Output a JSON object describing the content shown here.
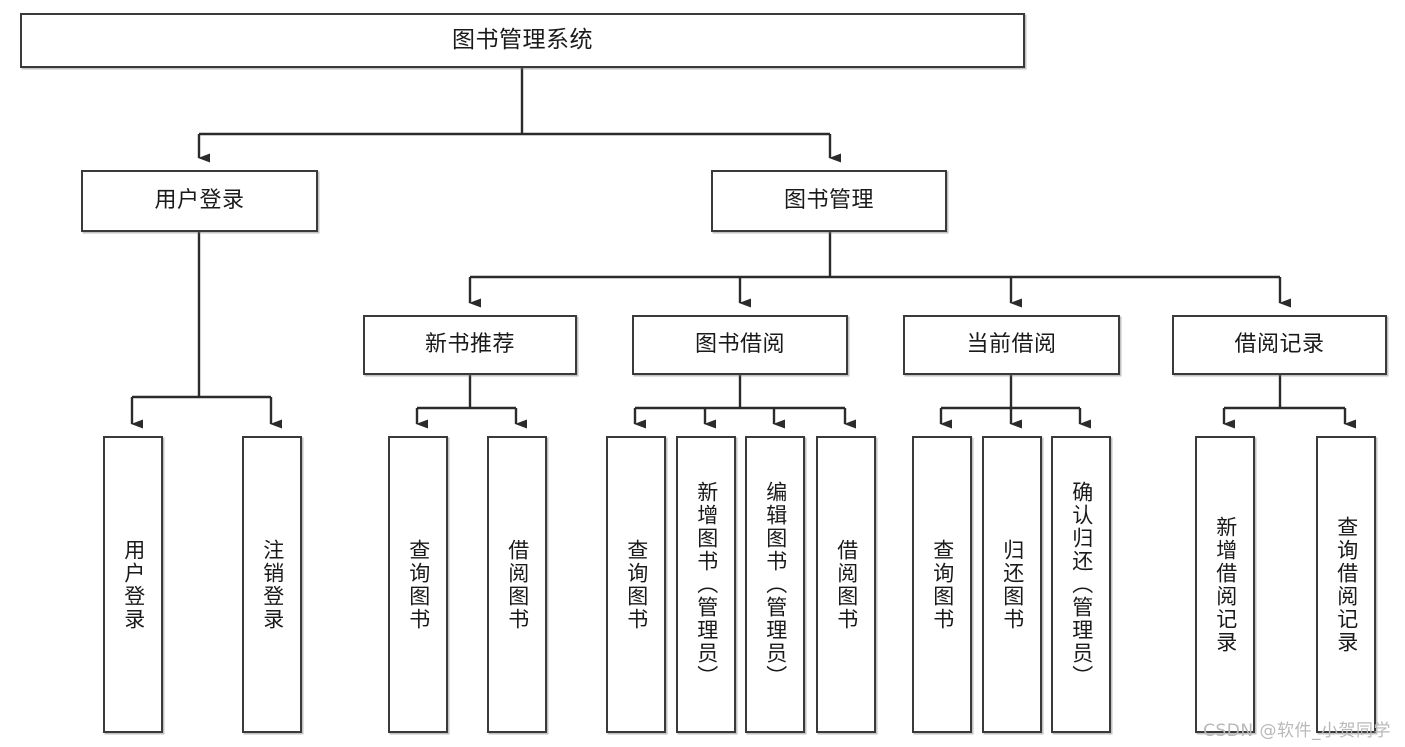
{
  "diagram": {
    "title": "图书管理系统",
    "watermark": "CSDN @软件_小贺同学",
    "colors": {
      "box_border": "#3a3a3a",
      "box_fill": "#ffffff",
      "connector": "#2b2b2b",
      "text": "#1a1a1a",
      "watermark": "#b9b9b9",
      "background": "#ffffff"
    },
    "type": "tree-hierarchy",
    "levels": 4,
    "nodes": {
      "root": {
        "label": "图书管理系统",
        "level": 1
      },
      "level2": [
        {
          "id": "user-login",
          "label": "用户登录",
          "level": 2
        },
        {
          "id": "book-manage",
          "label": "图书管理",
          "level": 2
        }
      ],
      "level3": [
        {
          "id": "new-book-recommend",
          "label": "新书推荐",
          "level": 3,
          "parent": "book-manage"
        },
        {
          "id": "book-borrow",
          "label": "图书借阅",
          "level": 3,
          "parent": "book-manage"
        },
        {
          "id": "current-borrow",
          "label": "当前借阅",
          "level": 3,
          "parent": "book-manage"
        },
        {
          "id": "borrow-record",
          "label": "借阅记录",
          "level": 3,
          "parent": "book-manage"
        }
      ],
      "leaves": [
        {
          "id": "leaf-user-login",
          "label": "用户登录",
          "parent": "user-login"
        },
        {
          "id": "leaf-logout-login",
          "label": "注销登录",
          "parent": "user-login"
        },
        {
          "id": "leaf-query-book-1",
          "label": "查询图书",
          "parent": "new-book-recommend"
        },
        {
          "id": "leaf-borrow-book-1",
          "label": "借阅图书",
          "parent": "new-book-recommend"
        },
        {
          "id": "leaf-query-book-2",
          "label": "查询图书",
          "parent": "book-borrow"
        },
        {
          "id": "leaf-add-book",
          "label": "新增图书（管理员）",
          "parent": "book-borrow"
        },
        {
          "id": "leaf-edit-book",
          "label": "编辑图书（管理员）",
          "parent": "book-borrow"
        },
        {
          "id": "leaf-borrow-book-2",
          "label": "借阅图书",
          "parent": "book-borrow"
        },
        {
          "id": "leaf-query-book-3",
          "label": "查询图书",
          "parent": "current-borrow"
        },
        {
          "id": "leaf-return-book",
          "label": "归还图书",
          "parent": "current-borrow"
        },
        {
          "id": "leaf-confirm-return",
          "label": "确认归还（管理员）",
          "parent": "current-borrow"
        },
        {
          "id": "leaf-add-record",
          "label": "新增借阅记录",
          "parent": "borrow-record"
        },
        {
          "id": "leaf-query-record",
          "label": "查询借阅记录",
          "parent": "borrow-record"
        }
      ]
    }
  }
}
